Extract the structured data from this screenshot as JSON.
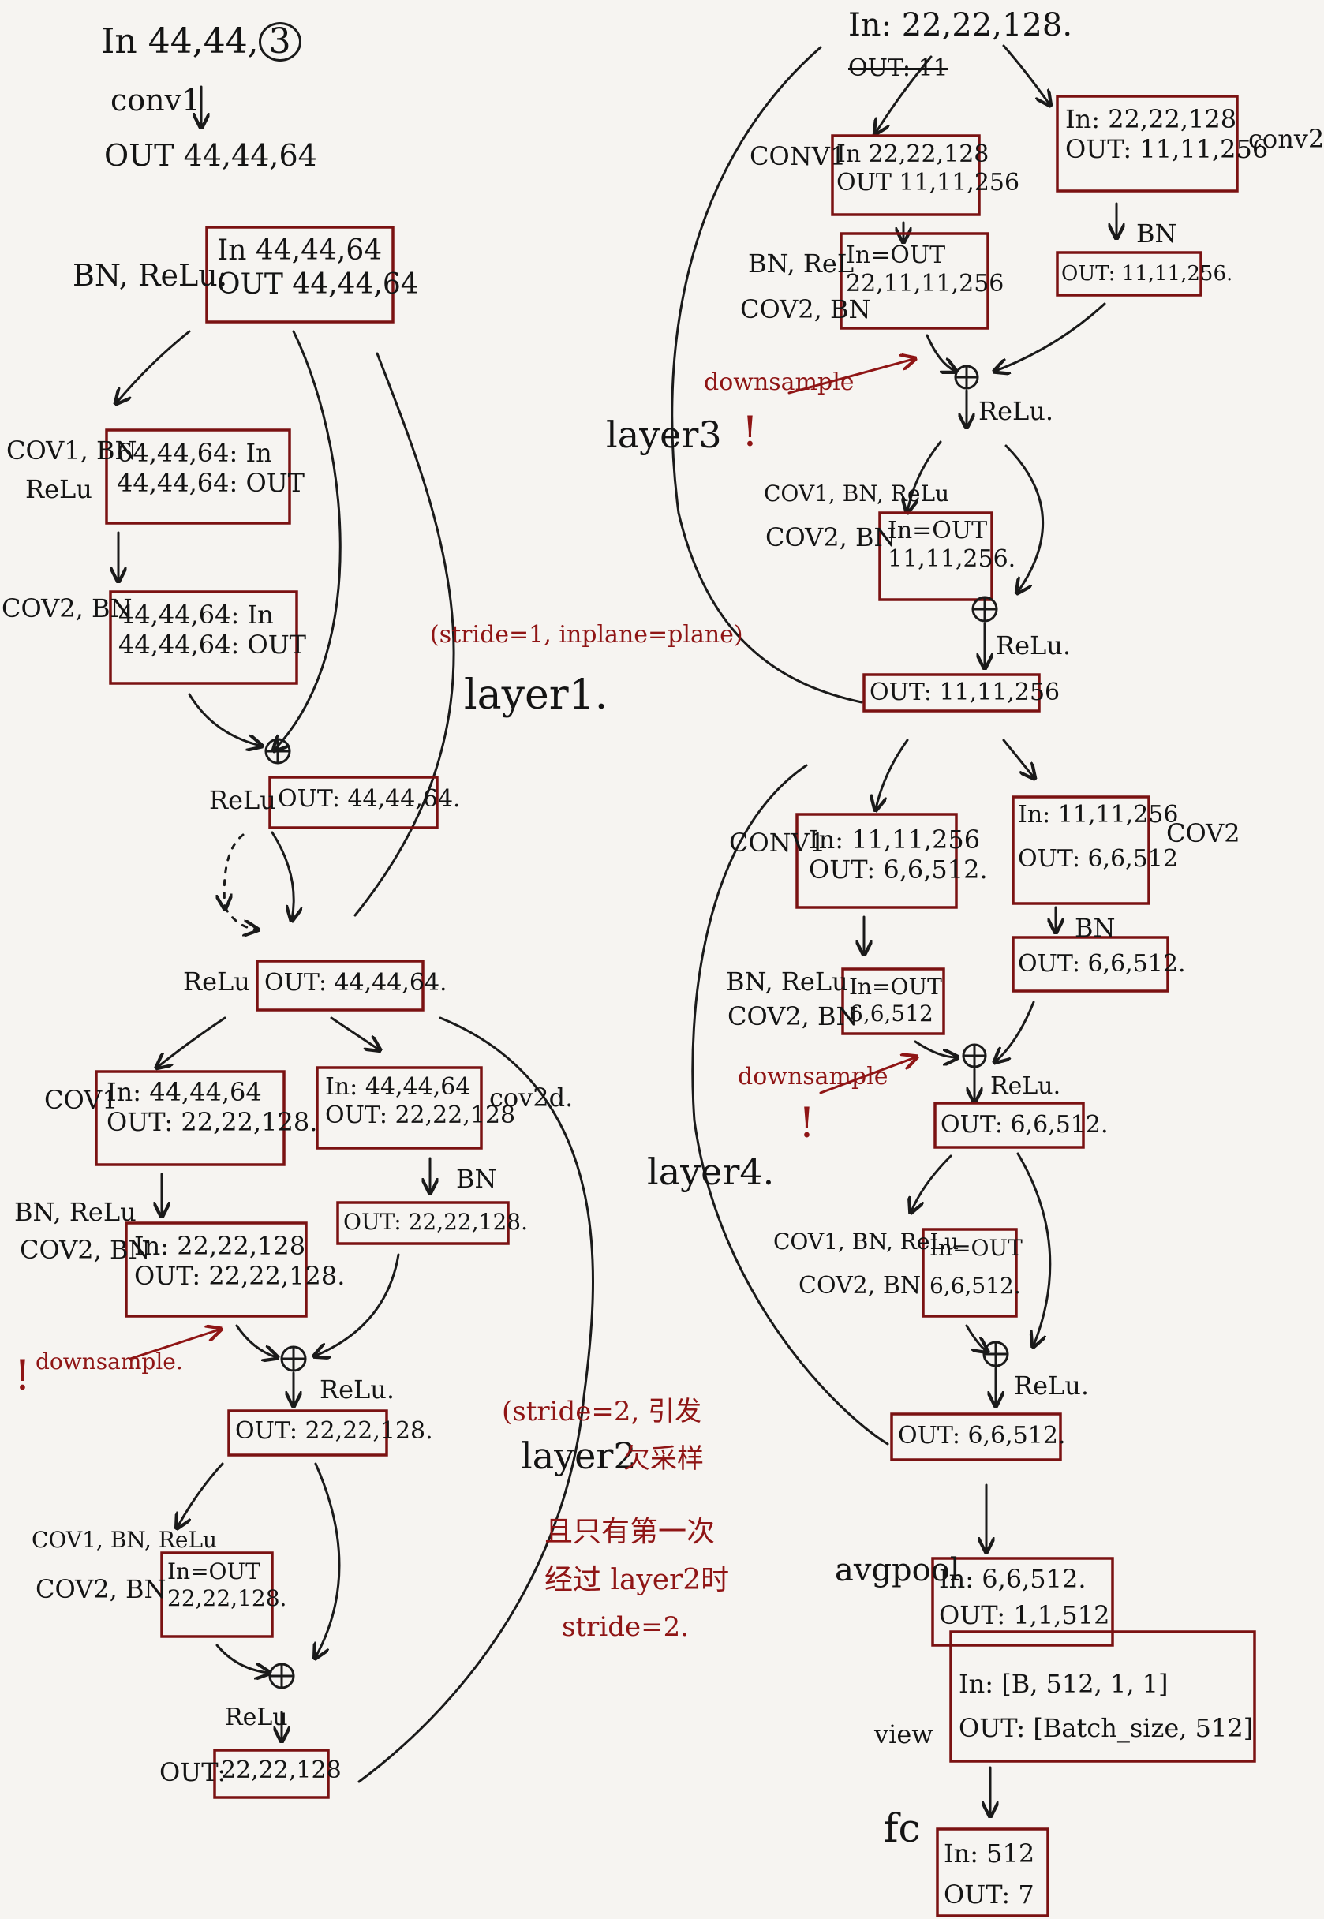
{
  "input": {
    "in_label": "In",
    "in_dims": "44,44,",
    "in_channels": "3",
    "conv1": "conv1",
    "out": "OUT 44,44,64"
  },
  "stem_bn": {
    "label": "BN, ReLu:",
    "in": "In 44,44,64",
    "out": "OUT 44,44,64"
  },
  "layer1": {
    "name": "layer1.",
    "note": "(stride=1, inplane=plane)",
    "conv1_label": "COV1, BN",
    "relu_label": "ReLu",
    "box1_in": "64,44,64: In",
    "box1_out": "44,44,64: OUT",
    "conv2_label": "COV2, BN",
    "box2_in": "44,44,64: In",
    "box2_out": "44,44,64: OUT",
    "relu1": "ReLu",
    "out1": "OUT: 44,44,64.",
    "relu2": "ReLu",
    "out2": "OUT: 44,44,64."
  },
  "layer2": {
    "name": "layer2",
    "conv1": "COV1",
    "b1_in": "In: 44,44,64",
    "b1_out": "OUT: 22,22,128.",
    "b2_in": "In: 44,44,64",
    "b2_out": "OUT: 22,22,128",
    "cov2d": "cov2d.",
    "bn_relu": "BN, ReLu",
    "cov2_bn": "COV2, BN",
    "b3_in": "In: 22,22,128",
    "b3_out": "OUT: 22,22,128.",
    "bn": "BN",
    "b4_out": "OUT: 22,22,128.",
    "downsample": "downsample.",
    "bang": "!",
    "relu1": "ReLu.",
    "b5_out": "OUT: 22,22,128.",
    "block2_l1": "COV1, BN, ReLu",
    "block2_l2": "COV2, BN",
    "b6_in": "In=OUT",
    "b6_val": "22,22,128.",
    "relu2": "ReLu",
    "out_label": "OUT:",
    "out_val": "22,22,128",
    "note_l1": "(stride=2, 引发",
    "note_l2": "欠采样",
    "note_l3": "且只有第一次",
    "note_l4": "经过 layer2时",
    "note_l5": "stride=2."
  },
  "layer3": {
    "name": "layer3",
    "in_top": "In: 22,22,128.",
    "struck": "OUT: 11",
    "conv1": "CONV1",
    "b1_in": "In 22,22,128",
    "b1_out": "OUT 11,11,256",
    "b2_in": "In: 22,22,128",
    "b2_out": "OUT: 11,11,256",
    "conv2": "conv2",
    "bn_rel": "BN, ReL",
    "cov2_bn": "COV2, BN",
    "b3_in": "In=OUT",
    "b3_val": "22,11,11,256",
    "bn": "BN",
    "b4_out": "OUT: 11,11,256.",
    "downsample": "downsample",
    "bang": "!",
    "relu1": "ReLu.",
    "block2_l1": "COV1, BN, ReLu",
    "block2_l2": "COV2, BN",
    "b5_in": "In=OUT",
    "b5_val": "11,11,256.",
    "relu2": "ReLu.",
    "out": "OUT: 11,11,256"
  },
  "layer4": {
    "name": "layer4.",
    "conv1": "CONV1",
    "b1_in": "In: 11,11,256",
    "b1_out": "OUT: 6,6,512.",
    "b2_in": "In: 11,11,256",
    "b2_out": "OUT: 6,6,512",
    "cov2": "COV2",
    "bn_relu": "BN, ReLu",
    "cov2_bn": "COV2, BN",
    "b3_in": "In=OUT",
    "b3_val": "6,6,512",
    "bn": "BN",
    "b4_out": "OUT: 6,6,512.",
    "downsample": "downsample",
    "bang": "!",
    "relu1": "ReLu.",
    "b5_out": "OUT: 6,6,512.",
    "block2_l1": "COV1, BN, ReLu",
    "block2_l2": "COV2, BN",
    "b6_in": "In=OUT",
    "b6_val": "6,6,512.",
    "relu2": "ReLu.",
    "out": "OUT: 6,6,512."
  },
  "head": {
    "avgpool": "avgpool",
    "ap_in": "In: 6,6,512.",
    "ap_out": "OUT: 1,1,512",
    "view": "view",
    "view_in": "In: [B, 512, 1, 1]",
    "view_out": "OUT: [Batch_size, 512]",
    "fc": "fc",
    "fc_in": "In: 512",
    "fc_out": "OUT: 7"
  }
}
